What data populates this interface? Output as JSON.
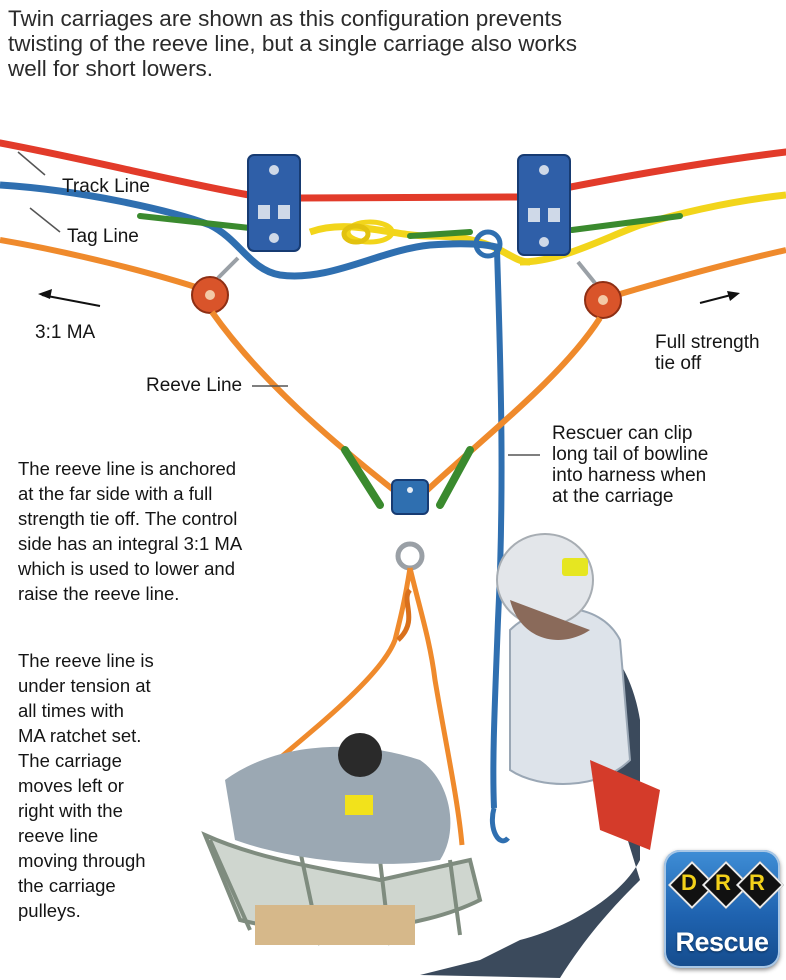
{
  "headline": {
    "lines": [
      "Twin carriages are shown as this configuration prevents",
      "twisting of the reeve line, but a single carriage also works",
      "well for short lowers."
    ]
  },
  "labels": {
    "track_line": "Track Line",
    "tag_line": "Tag Line",
    "ma": "3:1 MA",
    "full_strength": [
      "Full strength",
      "tie off"
    ],
    "reeve_line": "Reeve Line",
    "rescuer_clip": [
      "Rescuer can clip",
      "long tail of bowline",
      "into harness when",
      "at the carriage"
    ]
  },
  "paragraphs": {
    "anchored": [
      "The reeve line is anchored",
      "at the far side with a full",
      "strength tie off. The control",
      "side has an integral 3:1 MA",
      "which is used to lower and",
      "raise the reeve line."
    ],
    "tension": [
      "The reeve line is",
      "under tension at",
      "all times with",
      "MA ratchet set.",
      "The carriage",
      "moves left or",
      "right with the",
      "reeve line",
      "moving through",
      "the carriage",
      "pulleys."
    ]
  },
  "logo": {
    "letters": [
      "D",
      "R",
      "R"
    ],
    "word": "Rescue"
  },
  "colors": {
    "track_line": "#e23b2a",
    "tag_line": "#2f6fb0",
    "reeve_line": "#ef8a2c",
    "yellow_line": "#f2d51b",
    "plate": "#2f5fa8",
    "pulley": "#d9542a",
    "webbing": "#3a8a2e"
  }
}
